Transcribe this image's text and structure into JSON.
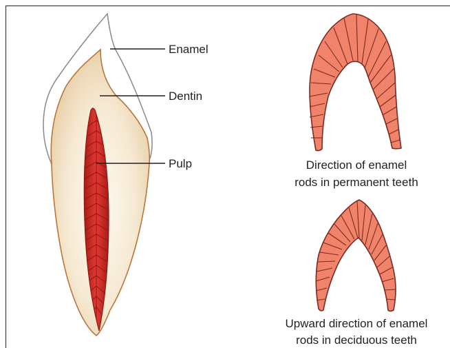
{
  "labels": {
    "enamel": "Enamel",
    "dentin": "Dentin",
    "pulp": "Pulp"
  },
  "captions": {
    "permanent_line1": "Direction of enamel",
    "permanent_line2": "rods in permanent teeth",
    "deciduous_line1": "Upward direction of enamel",
    "deciduous_line2": "rods in deciduous teeth"
  },
  "colors": {
    "rod_fill": "#f0836a",
    "rod_stroke": "#7a2a22",
    "pulp": "#d3302b",
    "pulp_dark": "#8f1511",
    "dentin_light": "#fbf6ea",
    "dentin_dark": "#e5c9a0",
    "dentin_outline": "#b8763c",
    "enamel_outline": "#8e8e8e",
    "text": "#231f20"
  }
}
